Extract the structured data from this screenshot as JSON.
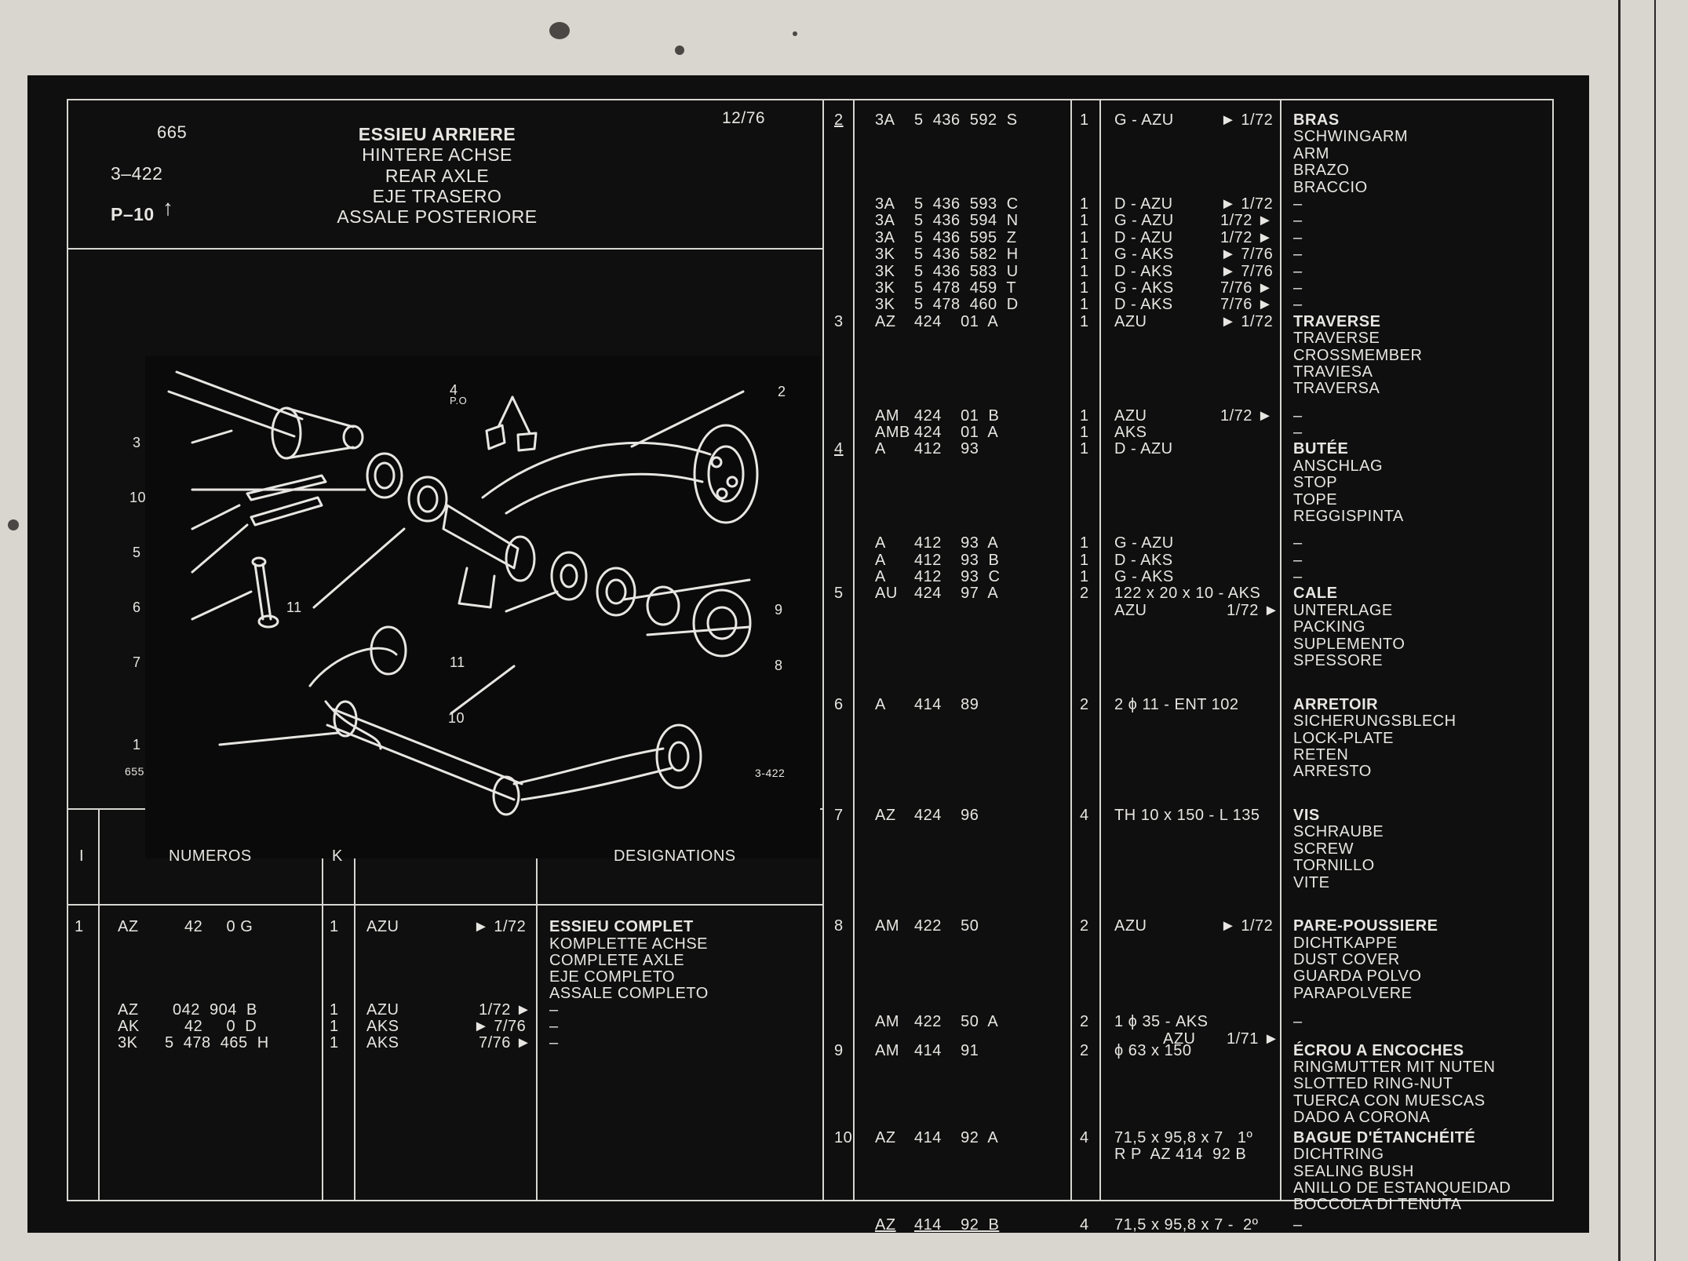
{
  "header": {
    "page_no": "665",
    "ref": "3–422",
    "plate": "P–10",
    "date": "12/76",
    "titles": [
      "ESSIEU ARRIERE",
      "HINTERE ACHSE",
      "REAR AXLE",
      "EJE TRASERO",
      "ASSALE POSTERIORE"
    ]
  },
  "illustration": {
    "corner_left": "655",
    "corner_right": "3-422",
    "stamp": "P.O",
    "callouts": [
      "1",
      "2",
      "3",
      "4",
      "5",
      "6",
      "7",
      "8",
      "9",
      "10",
      "10",
      "11",
      "11"
    ]
  },
  "left_table": {
    "headers": {
      "i": "I",
      "numeros": "NUMEROS",
      "k": "K",
      "designations": "DESIGNATIONS"
    },
    "rows": [
      {
        "i": "1",
        "pre": "AZ",
        "num": "42     0 G",
        "k": "1",
        "app": "AZU",
        "date": "► 1/72",
        "designation": "ESSIEU COMPLET",
        "bold": true
      },
      {
        "desc": [
          "KOMPLETTE ACHSE",
          "COMPLETE AXLE",
          "EJE COMPLETO",
          "ASSALE COMPLETO"
        ]
      },
      {
        "pre": "AZ",
        "num": "042  904  B",
        "k": "1",
        "app": "AZU",
        "date": "1/72 ►",
        "designation": "–"
      },
      {
        "pre": "AK",
        "num": "42     0  D",
        "k": "1",
        "app": "AKS",
        "date": "► 7/76",
        "designation": "–"
      },
      {
        "pre": "3K",
        "num": "5  478  465  H",
        "k": "1",
        "app": "AKS",
        "date": "7/76 ►",
        "designation": "–"
      }
    ]
  },
  "right_table": {
    "rows": [
      {
        "i": "2",
        "pre": "3A",
        "num": "5  436  592  S",
        "k": "1",
        "app": "G - AZU",
        "date": "► 1/72",
        "designation": "BRAS",
        "bold": true,
        "underline_i": true
      },
      {
        "desc": [
          "SCHWINGARM",
          "ARM",
          "BRAZO",
          "BRACCIO"
        ]
      },
      {
        "pre": "3A",
        "num": "5  436  593  C",
        "k": "1",
        "app": "D - AZU",
        "date": "► 1/72",
        "designation": "–"
      },
      {
        "pre": "3A",
        "num": "5  436  594  N",
        "k": "1",
        "app": "G - AZU",
        "date": "1/72 ►",
        "designation": "–"
      },
      {
        "pre": "3A",
        "num": "5  436  595  Z",
        "k": "1",
        "app": "D - AZU",
        "date": "1/72 ►",
        "designation": "–"
      },
      {
        "pre": "3K",
        "num": "5  436  582  H",
        "k": "1",
        "app": "G - AKS",
        "date": "► 7/76",
        "designation": "–"
      },
      {
        "pre": "3K",
        "num": "5  436  583  U",
        "k": "1",
        "app": "D - AKS",
        "date": "► 7/76",
        "designation": "–"
      },
      {
        "pre": "3K",
        "num": "5  478  459  T",
        "k": "1",
        "app": "G - AKS",
        "date": "7/76 ►",
        "designation": "–"
      },
      {
        "pre": "3K",
        "num": "5  478  460  D",
        "k": "1",
        "app": "D - AKS",
        "date": "7/76 ►",
        "designation": "–"
      },
      {
        "i": "3",
        "pre": "AZ",
        "num": "424    01  A",
        "k": "1",
        "app": "AZU",
        "date": "► 1/72",
        "designation": "TRAVERSE",
        "bold": true
      },
      {
        "desc": [
          "TRAVERSE",
          "CROSSMEMBER",
          "TRAVIESA",
          "TRAVERSA"
        ]
      },
      {
        "pre": "AM",
        "num": "424    01  B",
        "k": "1",
        "app": "AZU",
        "date": "1/72 ►",
        "designation": "–"
      },
      {
        "pre": "AMB",
        "num": "424    01  A",
        "k": "1",
        "app": "AKS",
        "date": "",
        "designation": "–"
      },
      {
        "i": "4",
        "pre": "A",
        "num": "412    93",
        "k": "1",
        "app": "D - AZU",
        "date": "",
        "designation": "BUTÉE",
        "bold": true,
        "underline_i": true
      },
      {
        "desc": [
          "ANSCHLAG",
          "STOP",
          "TOPE",
          "REGGISPINTA"
        ]
      },
      {
        "pre": "A",
        "num": "412    93  A",
        "k": "1",
        "app": "G - AZU",
        "date": "",
        "designation": "–"
      },
      {
        "pre": "A",
        "num": "412    93  B",
        "k": "1",
        "app": "D - AKS",
        "date": "",
        "designation": "–"
      },
      {
        "pre": "A",
        "num": "412    93  C",
        "k": "1",
        "app": "G - AKS",
        "date": "",
        "designation": "–"
      },
      {
        "i": "5",
        "pre": "AU",
        "num": "424    97  A",
        "k": "2",
        "app": "122 x 20 x 10 - AKS",
        "date": "",
        "designation": "CALE",
        "bold": true
      },
      {
        "app2": "AZU",
        "date2": "1/72 ►",
        "desc": [
          "UNTERLAGE",
          "PACKING",
          "SUPLEMENTO",
          "SPESSORE"
        ]
      },
      {
        "i": "6",
        "pre": "A",
        "num": "414    89",
        "k": "2",
        "app": "2 ϕ 11 - ENT 102",
        "date": "",
        "designation": "ARRETOIR",
        "bold": true
      },
      {
        "desc": [
          "SICHERUNGSBLECH",
          "LOCK-PLATE",
          "RETEN",
          "ARRESTO"
        ]
      },
      {
        "i": "7",
        "pre": "AZ",
        "num": "424    96",
        "k": "4",
        "app": "TH 10 x 150 - L 135",
        "date": "",
        "designation": "VIS",
        "bold": true
      },
      {
        "desc": [
          "SCHRAUBE",
          "SCREW",
          "TORNILLO",
          "VITE"
        ]
      },
      {
        "i": "8",
        "pre": "AM",
        "num": "422    50",
        "k": "2",
        "app": "AZU",
        "date": "► 1/72",
        "designation": "PARE-POUSSIERE",
        "bold": true
      },
      {
        "desc": [
          "DICHTKAPPE",
          "DUST COVER",
          "GUARDA POLVO",
          "PARAPOLVERE"
        ]
      },
      {
        "pre": "AM",
        "num": "422    50  A",
        "k": "2",
        "app": "1 ϕ 35 - AKS",
        "date": "",
        "designation": "–"
      },
      {
        "app2": "AZU",
        "date2": "1/71 ►"
      },
      {
        "i": "9",
        "pre": "AM",
        "num": "414    91",
        "k": "2",
        "app": "ϕ 63 x 150",
        "date": "",
        "designation": "ÉCROU A ENCOCHES",
        "bold": true
      },
      {
        "desc": [
          "RINGMUTTER MIT NUTEN",
          "SLOTTED RING-NUT",
          "TUERCA CON MUESCAS",
          "DADO A CORONA"
        ]
      },
      {
        "i": "10",
        "pre": "AZ",
        "num": "414    92  A",
        "k": "4",
        "app": "71,5 x 95,8 x 7   1º",
        "date": "",
        "designation": "BAGUE D'ÉTANCHÉITÉ",
        "bold": true
      },
      {
        "app2": "R P  AZ 414  92 B",
        "desc": [
          "DICHTRING",
          "SEALING BUSH",
          "ANILLO DE ESTANQUEIDAD",
          "BOCCOLA DI TENUTA"
        ]
      },
      {
        "pre": "AZ",
        "num": "414    92  B",
        "k": "4",
        "app": "71,5 x 95,8 x 7 -  2º",
        "date": "",
        "designation": "–",
        "underline_num": true
      }
    ]
  }
}
